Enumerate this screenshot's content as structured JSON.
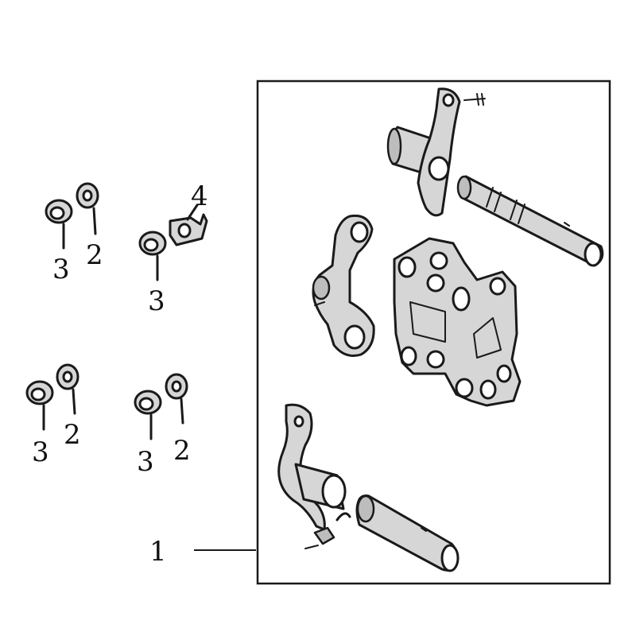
{
  "callouts": {
    "assembly": "1",
    "washer_a": "2",
    "washer_b": "2",
    "washer_c": "2",
    "nut_a": "3",
    "nut_b": "3",
    "nut_c": "3",
    "nut_d": "3",
    "bracket": "4"
  },
  "colors": {
    "ink": "#1a1a1a",
    "shade": "#d6d6d6"
  }
}
